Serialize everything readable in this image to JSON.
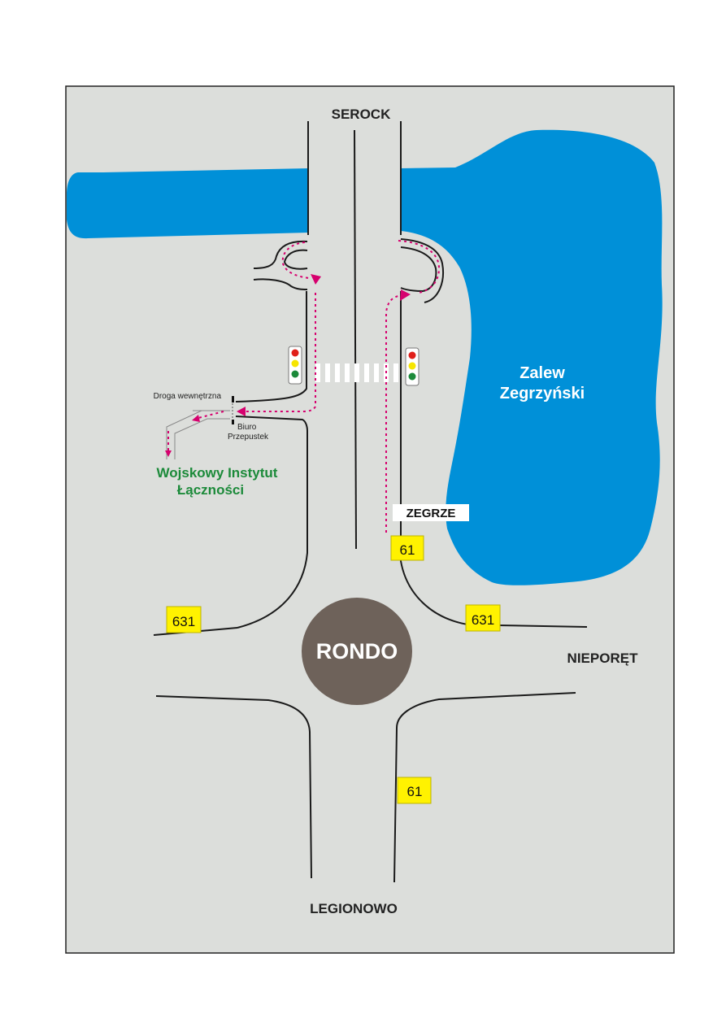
{
  "map": {
    "colors": {
      "background": "#dcdedb",
      "water": "#0090d8",
      "road_line": "#1a1a1a",
      "route": "#d6006e",
      "rondo": "#6e625a",
      "badge": "#fff200",
      "institute": "#1c8a3a"
    },
    "directions": {
      "north": "SEROCK",
      "south": "LEGIONOWO",
      "east": "NIEPORĘT"
    },
    "lake": {
      "line1": "Zalew",
      "line2": "Zegrzyński"
    },
    "roundabout": "RONDO",
    "locality": "ZEGRZE",
    "road_numbers": {
      "north_61": "61",
      "south_61": "61",
      "west_631": "631",
      "east_631": "631"
    },
    "gate": {
      "road_label": "Droga wewnętrzna",
      "office_line1": "Biuro",
      "office_line2": "Przepustek"
    },
    "institute": {
      "line1": "Wojskowy Instytut",
      "line2": "Łączności"
    },
    "icons": [
      "traffic-light-icon",
      "traffic-light-icon",
      "pedestrian-crossing"
    ]
  }
}
